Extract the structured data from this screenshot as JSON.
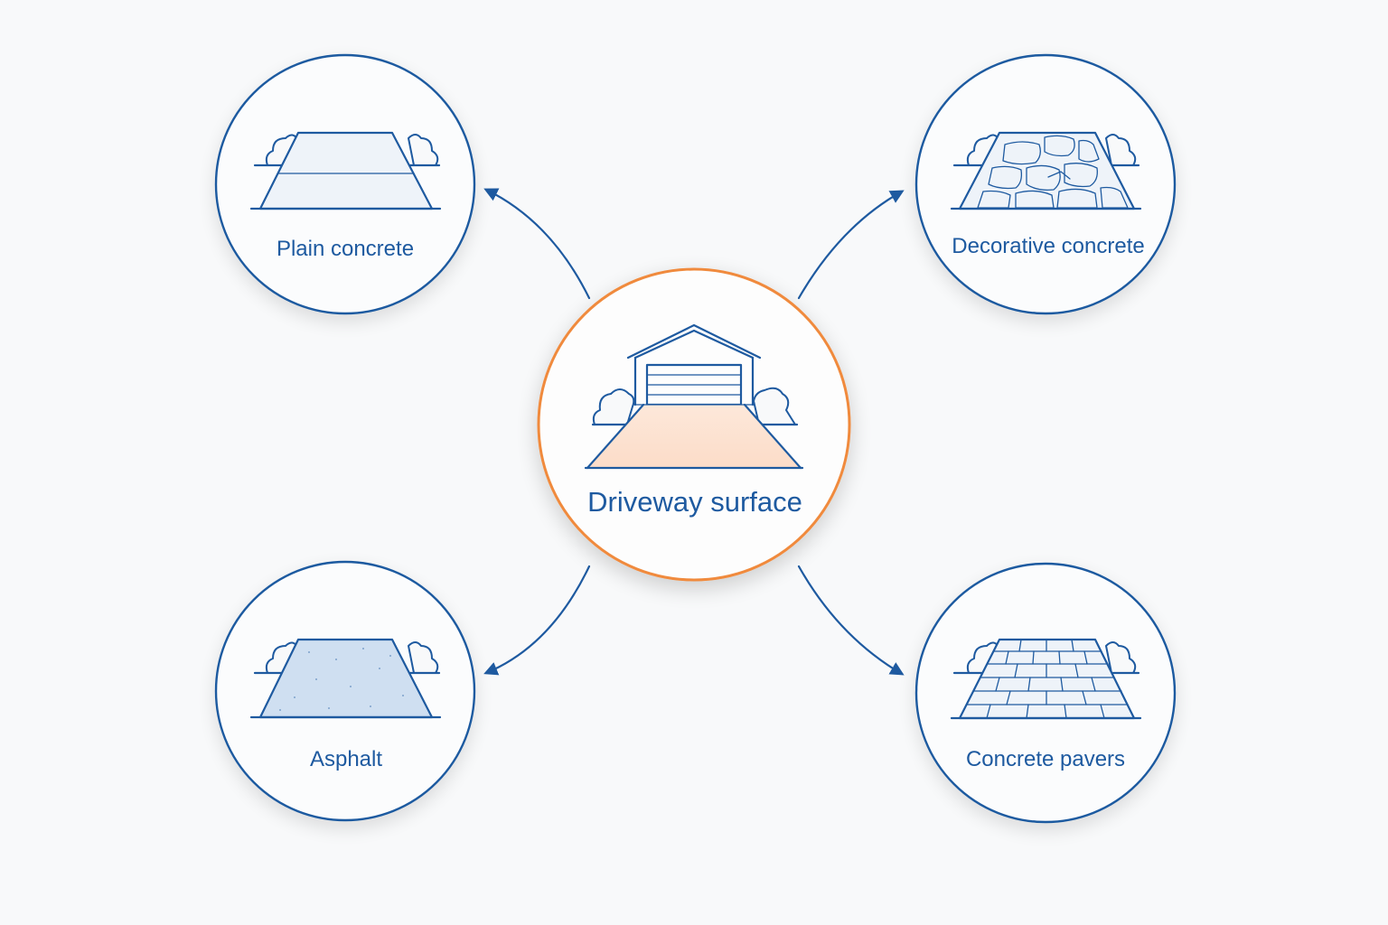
{
  "diagram": {
    "center": {
      "label": "Driveway surface",
      "icon": "garage-driveway-icon",
      "accent": "#f08a3c"
    },
    "options": [
      {
        "id": "plain-concrete",
        "label": "Plain concrete",
        "icon": "plain-concrete-slab-icon"
      },
      {
        "id": "decorative-concrete",
        "label": "Decorative concrete",
        "icon": "stamped-stone-concrete-icon"
      },
      {
        "id": "asphalt",
        "label": "Asphalt",
        "icon": "asphalt-slab-icon"
      },
      {
        "id": "concrete-pavers",
        "label": "Concrete pavers",
        "icon": "paver-grid-icon"
      }
    ],
    "colors": {
      "outline": "#1e5aa0",
      "center_ring": "#f08a3c",
      "background": "#f8f9fa"
    }
  }
}
